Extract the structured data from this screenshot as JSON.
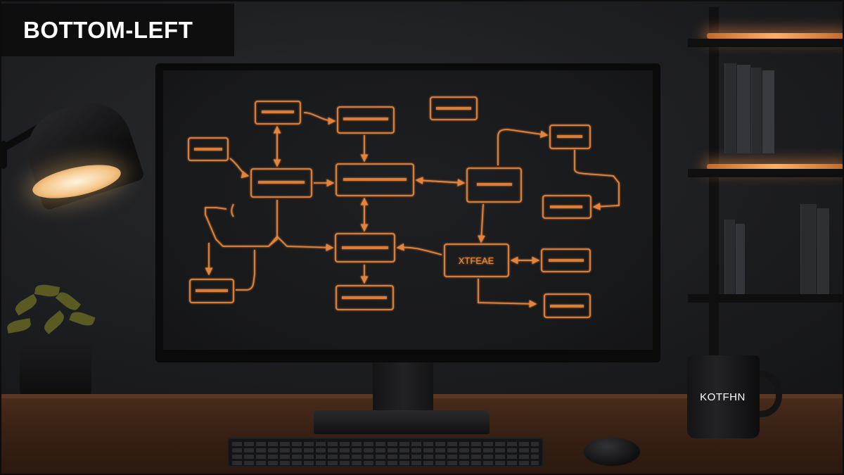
{
  "corner_label": "BOTTOM-LEFT",
  "mug": {
    "text": "KOTFHN"
  },
  "diagram": {
    "accent_color": "#e5833a",
    "nodes": [
      {
        "id": "n1",
        "label": "",
        "text_lines": 1
      },
      {
        "id": "n2",
        "label": ""
      },
      {
        "id": "n3",
        "label": ""
      },
      {
        "id": "n4",
        "label": ""
      },
      {
        "id": "n5",
        "label": ""
      },
      {
        "id": "n6",
        "label": ""
      },
      {
        "id": "n7",
        "label": ""
      },
      {
        "id": "n8",
        "label": ""
      },
      {
        "id": "n9",
        "label": "XTFEAE"
      },
      {
        "id": "n10",
        "label": ""
      },
      {
        "id": "n11",
        "label": ""
      },
      {
        "id": "n12",
        "label": ""
      },
      {
        "id": "n13",
        "label": ""
      },
      {
        "id": "n14",
        "label": ""
      },
      {
        "id": "n15",
        "label": ""
      }
    ]
  },
  "colors": {
    "accent": "#e5833a",
    "shelf_glow": "#ffb066",
    "wall": "#1d1e21",
    "desk": "#3a2215"
  }
}
